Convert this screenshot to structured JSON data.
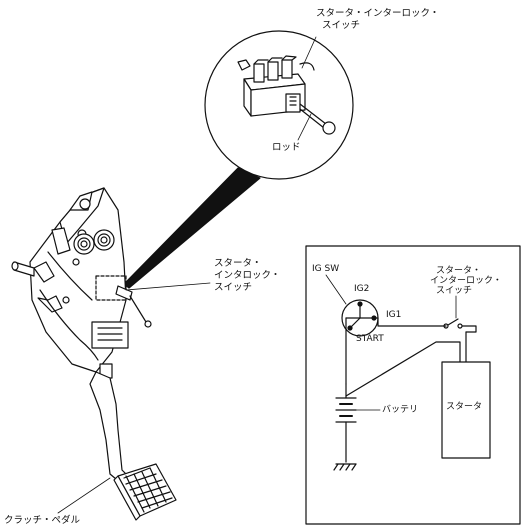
{
  "labels": {
    "zoom_switch_line1": "スタータ・インターロック・",
    "zoom_switch_line2": "スイッチ",
    "rod": "ロッド",
    "pedal_switch_line1": "スタータ・",
    "pedal_switch_line2": "インタロック・",
    "pedal_switch_line3": "スイッチ",
    "clutch_pedal": "クラッチ・ペダル"
  },
  "circuit": {
    "ig_sw": "IG SW",
    "ig2": "IG2",
    "ig1": "IG1",
    "start": "START",
    "battery": "バッテリ",
    "starter": "スタータ",
    "switch_line1": "スタータ・",
    "switch_line2": "インターロック・",
    "switch_line3": "スイッチ"
  },
  "colors": {
    "line": "#111111",
    "background": "#ffffff"
  }
}
